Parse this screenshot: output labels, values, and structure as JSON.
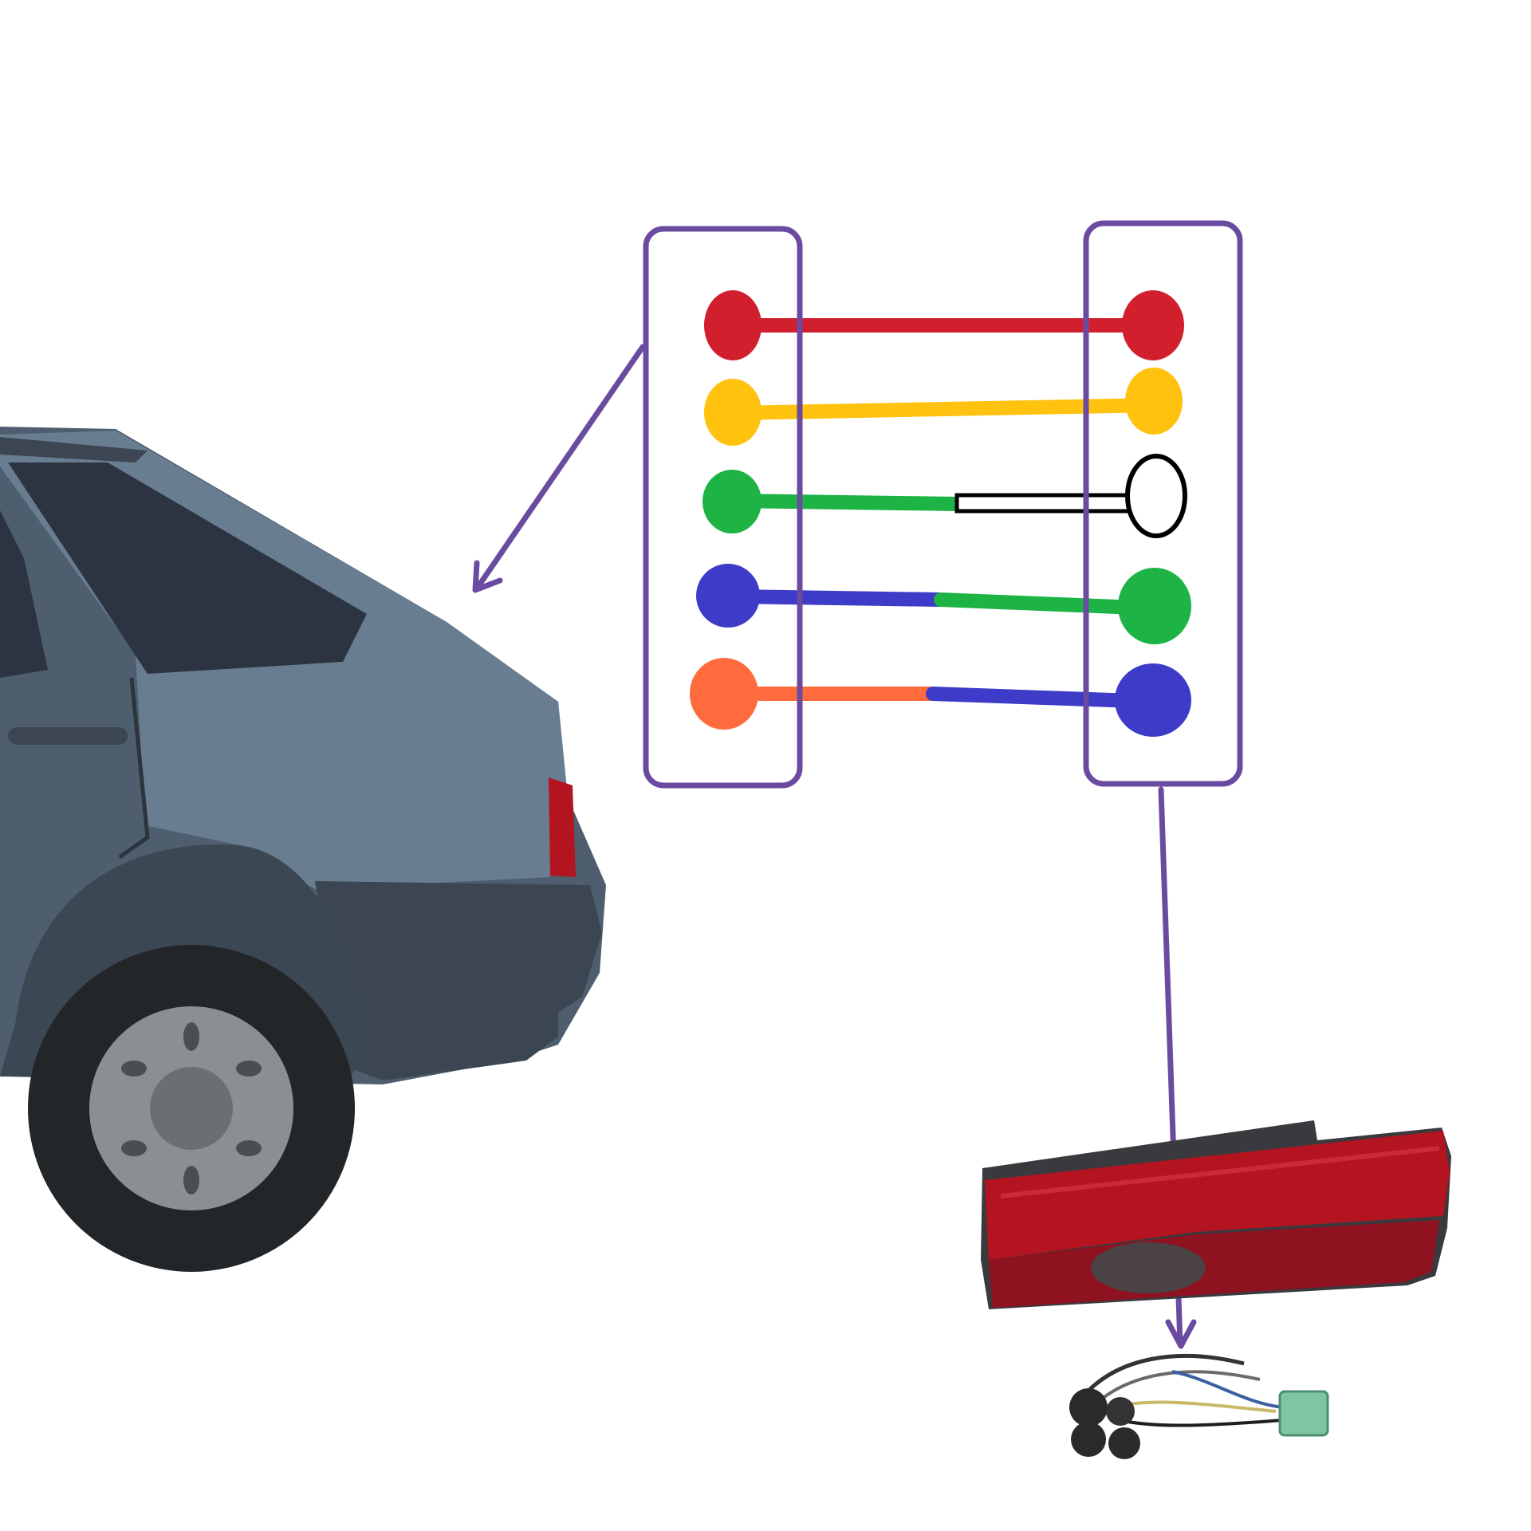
{
  "colors": {
    "frame": "#6A4BA0",
    "red": "#D21F2E",
    "yellow": "#FFC20E",
    "green": "#1DB345",
    "blue": "#3D3BC8",
    "orange": "#FF6B3D",
    "black": "#000000",
    "car_body": "#4E5E6E",
    "car_body_light": "#6E8396",
    "car_bumper": "#3C4652",
    "glass": "#2B3440",
    "tyre": "#232628",
    "rim": "#8A8F93",
    "lamp_red": "#B3141F",
    "lamp_dark": "#3A3A3E"
  },
  "wiring": {
    "pin_count": 5,
    "left_pins": [
      "red",
      "yellow",
      "green",
      "blue",
      "orange"
    ],
    "right_pins": [
      "red",
      "yellow",
      "unconnected",
      "green",
      "blue"
    ],
    "wires": [
      {
        "from": "red",
        "to": "red",
        "segments": [
          "red"
        ]
      },
      {
        "from": "yellow",
        "to": "yellow",
        "segments": [
          "yellow"
        ]
      },
      {
        "from": "green",
        "to": "unconnected",
        "segments": [
          "green",
          "black-outline"
        ]
      },
      {
        "from": "blue",
        "to": "green",
        "segments": [
          "blue",
          "green"
        ]
      },
      {
        "from": "orange",
        "to": "blue",
        "segments": [
          "orange",
          "blue"
        ]
      }
    ]
  },
  "illustrations": {
    "car": "hatchback-rear-quarter",
    "tail_lamp": "rear-tail-lamp",
    "harness": "tail-lamp-wiring-harness"
  }
}
